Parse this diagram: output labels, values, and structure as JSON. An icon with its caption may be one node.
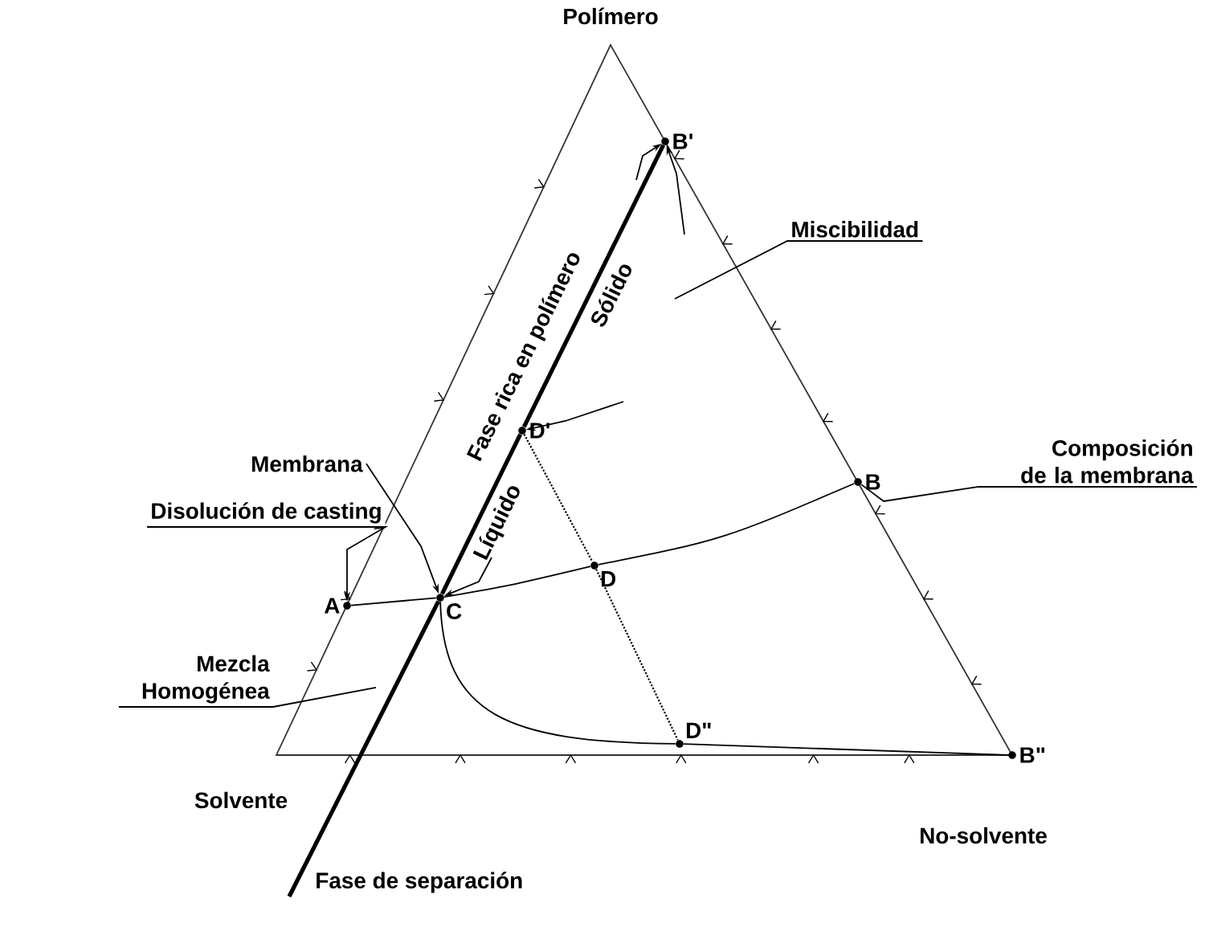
{
  "diagram": {
    "nodes": [
      {
        "text": [
          "B'"
        ]
      },
      {
        "text": [
          "Miscibilidad"
        ]
      },
      {
        "text": [
          "D'"
        ]
      },
      {
        "text": [
          "Membrana"
        ]
      },
      {
        "text": [
          "Composición de la membrana"
        ]
      },
      {
        "text": [
          "B"
        ]
      },
      {
        "text": [
          "Disolución de casting"
        ]
      },
      {
        "text": [
          "A"
        ]
      },
      {
        "text": [
          "C"
        ]
      },
      {
        "text": [
          "D"
        ]
      },
      {
        "text": [
          "Mezcla Homogénea"
        ]
      },
      {
        "text": [
          "D\""
        ]
      },
      {
        "text": [
          "B\""
        ]
      },
      {
        "text": [
          "Fase de separación"
        ]
      }
    ],
    "edges": [
      {
        "from": 3,
        "to": 8,
        "arrow": "to"
      },
      {
        "from": 6,
        "to": 7,
        "arrow": "to"
      },
      {
        "from": 1,
        "to": null,
        "arrow": "none"
      },
      {
        "from": 4,
        "to": 5,
        "arrow": "none"
      },
      {
        "from": 10,
        "to": null,
        "arrow": "none"
      },
      {
        "from": 7,
        "to": 8,
        "arrow": "none"
      },
      {
        "from": 8,
        "to": 9,
        "arrow": "none"
      },
      {
        "from": 9,
        "to": 5,
        "arrow": "none"
      },
      {
        "from": 8,
        "to": 11,
        "arrow": "none"
      },
      {
        "from": 11,
        "to": 12,
        "arrow": "none"
      },
      {
        "from": 0,
        "to": 2,
        "arrow": "none",
        "style": "thick",
        "label": "Sólido"
      },
      {
        "from": 2,
        "to": 8,
        "arrow": "none",
        "style": "thick",
        "label": "Líquido"
      },
      {
        "from": 8,
        "to": 13,
        "arrow": "none",
        "style": "thick"
      },
      {
        "from": 2,
        "to": 9,
        "arrow": "none",
        "style": "dashed"
      },
      {
        "from": 9,
        "to": 11,
        "arrow": "none",
        "style": "dashed"
      },
      {
        "from": null,
        "to": 0,
        "arrow": "to"
      },
      {
        "from": null,
        "to": 0,
        "arrow": "to"
      },
      {
        "from": null,
        "to": 2,
        "arrow": "to"
      },
      {
        "from": null,
        "to": 8,
        "arrow": "to"
      }
    ],
    "labels": [
      "Polímero",
      "Fase rica en polímero",
      "Solvente",
      "No-solvente"
    ]
  }
}
